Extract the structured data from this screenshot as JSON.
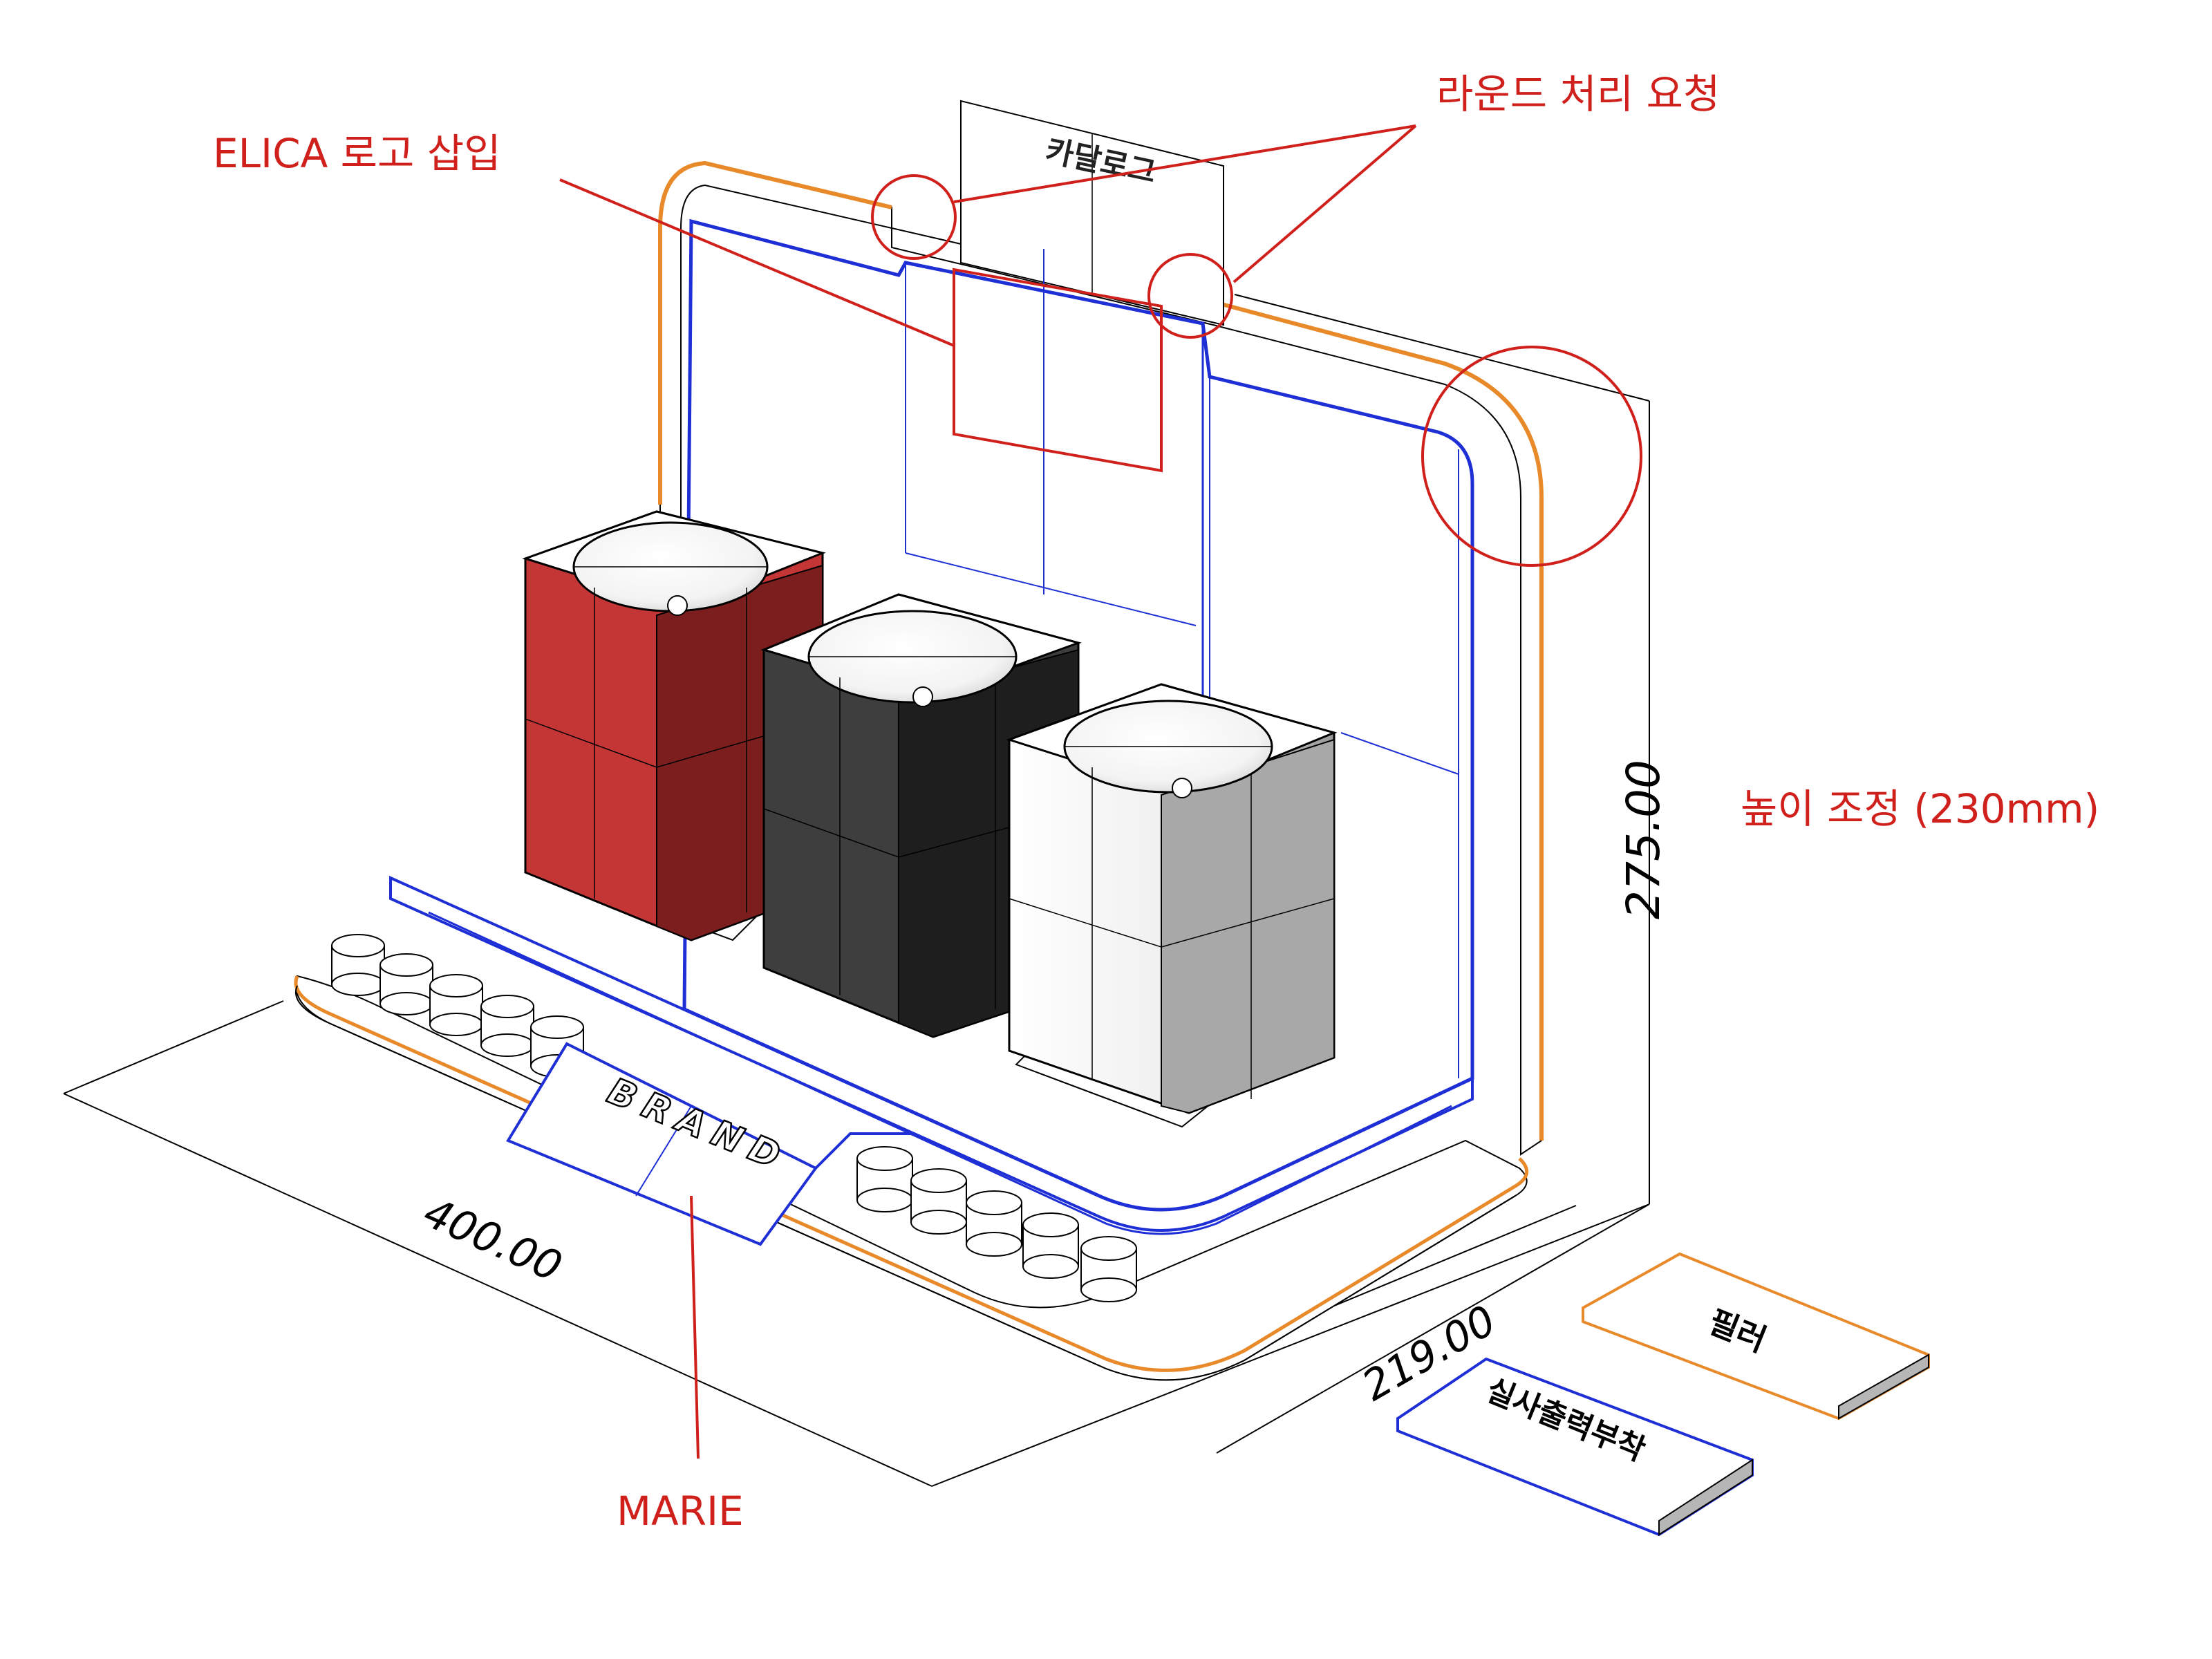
{
  "annotations": {
    "logo_insert": "ELICA 로고 삽입",
    "round_request": "라운드 처리 요청",
    "height_adjust": "높이 조정 (230mm)",
    "marie": "MARIE"
  },
  "drawing_text": {
    "card_logo": "카달로그",
    "brand": "BRAND",
    "box_orange": "필러",
    "box_blue": "실사출력부착"
  },
  "dimensions": {
    "depth": "400.00",
    "width": "219.00",
    "height": "275.00"
  },
  "colors": {
    "annotation": "#d0201c",
    "orange_edge": "#e8892a",
    "blue_edge": "#1e2fd6",
    "red_product": "#c43535",
    "black_product": "#2e2e2e",
    "white_product": "#f2f2f2"
  }
}
